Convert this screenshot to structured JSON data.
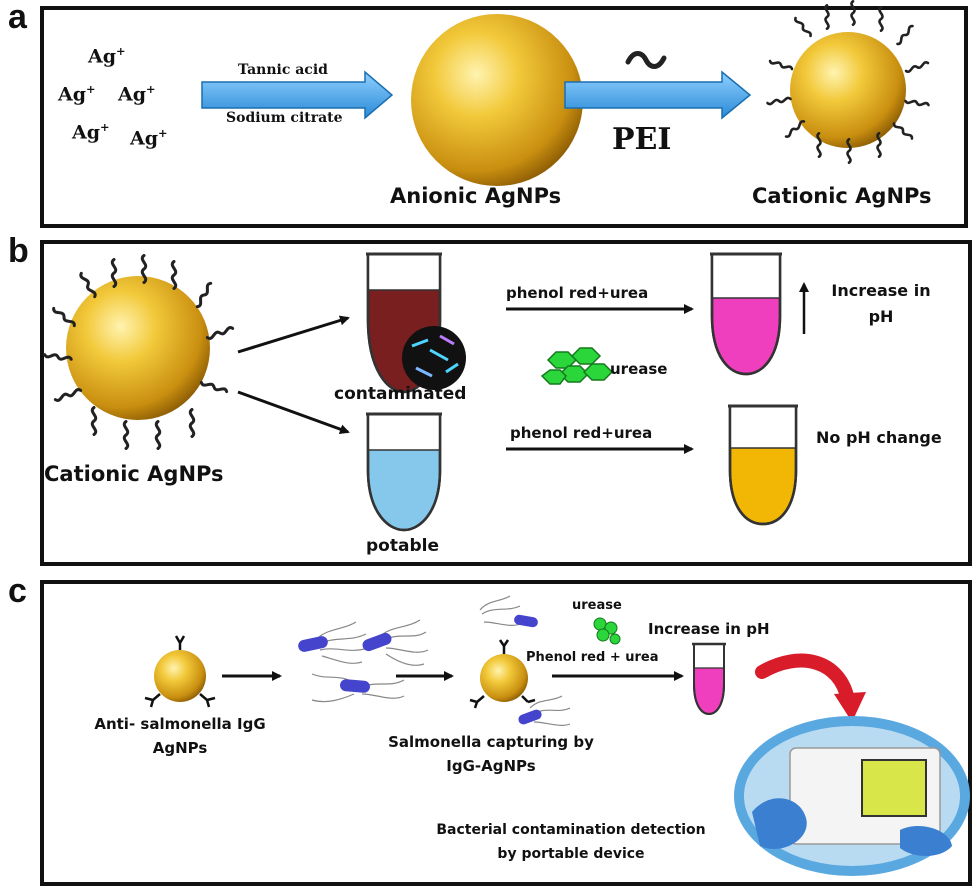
{
  "panel_labels": {
    "a": "a",
    "b": "b",
    "c": "c"
  },
  "panel_a": {
    "ag_ions": [
      "Ag",
      "Ag",
      "Ag",
      "Ag",
      "Ag"
    ],
    "ion_charge": "+",
    "arrow1_top": "Tannic acid",
    "arrow1_bottom": "Sodium citrate",
    "anionic_label": "Anionic AgNPs",
    "pei_label": "PEI",
    "cationic_label": "Cationic AgNPs"
  },
  "panel_b": {
    "cationic_label": "Cationic AgNPs",
    "contaminated_label": "contaminated",
    "potable_label": "potable",
    "reagent_top": "phenol red+urea",
    "reagent_bottom": "phenol red+urea",
    "urease_label": "urease",
    "increase_label": "Increase in pH",
    "increase_line1": "Increase in",
    "increase_line2": "pH",
    "no_change_label": "No pH change"
  },
  "panel_c": {
    "agnp_label_line1": "Anti- salmonella IgG",
    "agnp_label_line2": "AgNPs",
    "capture_label_line1": "Salmonella capturing by",
    "capture_label_line2": "IgG-AgNPs",
    "urease_label": "urease",
    "reagent_label": "Phenol red + urea",
    "increase_label": "Increase in pH",
    "device_label_line1": "Bacterial contamination detection",
    "device_label_line2": "by portable device"
  },
  "colors": {
    "gold_light": "#ffe680",
    "gold": "#e6b422",
    "gold_dark": "#9a6a05",
    "arrow_blue": "#3aa0e6",
    "contaminated_liquid": "#7a1f1f",
    "potable_liquid": "#86c8ec",
    "pink_liquid": "#ef3fbf",
    "yellow_liquid": "#f2b705",
    "urease_green": "#22cc33",
    "bacteria_purple": "#4444cc",
    "red_arrow": "#d81c2a"
  }
}
